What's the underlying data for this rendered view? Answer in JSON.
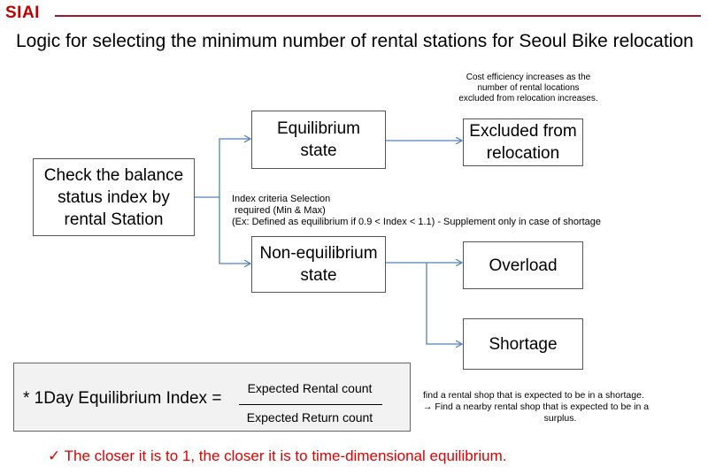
{
  "header": {
    "logo": "SIAI",
    "title": "Logic for selecting the minimum number of rental stations for Seoul Bike relocation"
  },
  "boxes": {
    "check": [
      "Check the balance",
      "status index by",
      "rental Station"
    ],
    "equilibrium": [
      "Equilibrium",
      "state"
    ],
    "excluded": [
      "Excluded from",
      "relocation"
    ],
    "non_equilibrium": [
      "Non-equilibrium",
      "state"
    ],
    "overload": [
      "Overload"
    ],
    "shortage": [
      "Shortage"
    ]
  },
  "notes": {
    "cost_efficiency": [
      "Cost efficiency increases as the",
      "number of rental locations",
      "excluded from relocation increases."
    ],
    "index_criteria": [
      "Index criteria Selection",
      " required (Min & Max)",
      "(Ex: Defined as equilibrium if 0.9 < Index < 1.1) - Supplement only in case of shortage"
    ],
    "shortage_action": [
      "find a rental shop that is expected to be in a shortage.",
      "→  Find a nearby rental shop that is expected to be in a",
      "surplus."
    ]
  },
  "formula": {
    "label": "* 1Day Equilibrium Index =",
    "numerator": "Expected Rental count",
    "denominator": "Expected Return count"
  },
  "conclusion": "✓ The closer it is to 1, the closer it is to time-dimensional equilibrium.",
  "colors": {
    "logo": "#c00000",
    "header_line": "#a0192a",
    "arrow": "#4f81bd",
    "conclusion": "#e00000",
    "formula_bg": "#f2f2f2"
  }
}
